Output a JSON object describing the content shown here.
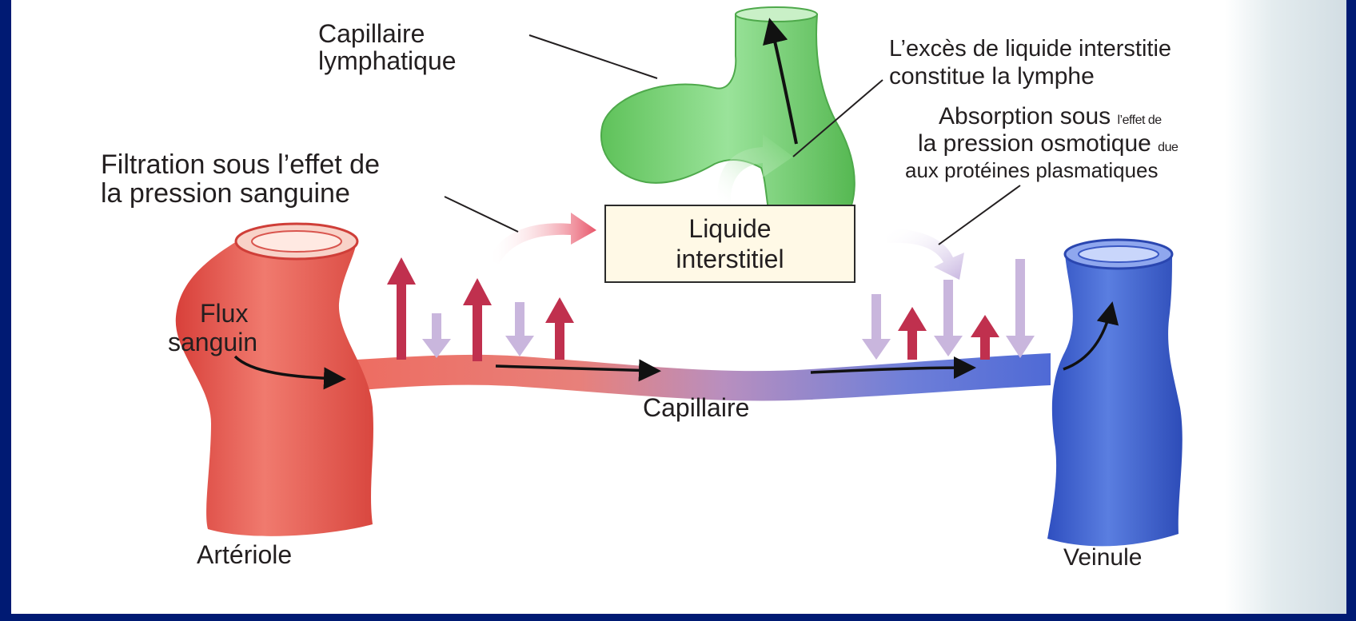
{
  "labels": {
    "capillaire_lymphatique_1": "Capillaire",
    "capillaire_lymphatique_2": "lymphatique",
    "exces_1": "L’excès de liquide interstitie",
    "exces_2": "constitue la lymphe",
    "absorption_1a": "Absorption sous ",
    "absorption_1b": "l’effet de",
    "absorption_2a": "la pression osmotique ",
    "absorption_2b": "due",
    "absorption_3": "aux protéines plasmatiques",
    "filtration_1": "Filtration sous l’effet de",
    "filtration_2": "la pression sanguine",
    "liquide_interstitiel": "Liquide interstitiel",
    "flux_1": "Flux",
    "flux_2": "sanguin",
    "capillaire": "Capillaire",
    "arteriole": "Artériole",
    "veinule": "Veinule"
  },
  "colors": {
    "slide_border": "#001a73",
    "arteriole": "#ee5a55",
    "veinule": "#3f63cf",
    "lymphatic": "#7ed67a",
    "filtration_arrow": "#c0304e",
    "absorption_arrow": "#c9b6dd",
    "box_fill": "#fff9e6"
  }
}
